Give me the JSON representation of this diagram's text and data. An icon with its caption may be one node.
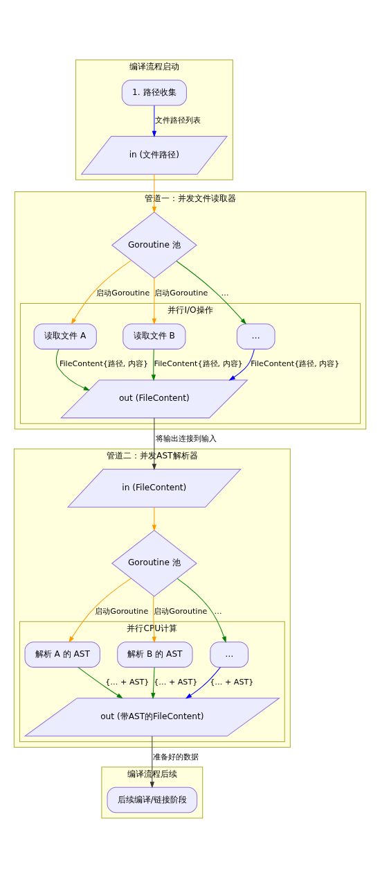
{
  "diagram": {
    "nodes": [
      {
        "text": [
          "编译流程启动"
        ]
      },
      {
        "text": [
          "1. 路径收集"
        ],
        "in": 0
      },
      {
        "text": [
          "in (文件路径)"
        ],
        "in": 0
      },
      {
        "text": [
          "管道一：并发文件读取器"
        ]
      },
      {
        "text": [
          "Goroutine 池"
        ],
        "in": 3
      },
      {
        "text": [
          "并行I/O操作"
        ],
        "in": 3
      },
      {
        "text": [
          "读取文件 A"
        ],
        "in": 5
      },
      {
        "text": [
          "读取文件 B"
        ],
        "in": 5
      },
      {
        "text": [
          "…"
        ],
        "in": 5
      },
      {
        "text": [
          "out (FileContent)"
        ],
        "in": 5
      },
      {
        "text": [
          "管道二：并发AST解析器"
        ]
      },
      {
        "text": [
          "in (FileContent)"
        ],
        "in": 10
      },
      {
        "text": [
          "Goroutine 池"
        ],
        "in": 10
      },
      {
        "text": [
          "并行CPU计算"
        ],
        "in": 10
      },
      {
        "text": [
          "解析 A 的 AST"
        ],
        "in": 13
      },
      {
        "text": [
          "解析 B 的 AST"
        ],
        "in": 13
      },
      {
        "text": [
          "…"
        ],
        "in": 13
      },
      {
        "text": [
          "out (带AST的FileContent)"
        ],
        "in": 13
      },
      {
        "text": [
          "编译流程后续"
        ]
      },
      {
        "text": [
          "后续编译/链接阶段"
        ],
        "in": 18
      }
    ],
    "edges": [
      {
        "from": 1,
        "to": 2,
        "arrow": "to",
        "label": "文件路径列表",
        "color": "#0000ff"
      },
      {
        "from": 2,
        "to": 4,
        "arrow": "to",
        "color": "#ff9900"
      },
      {
        "from": 4,
        "to": 6,
        "arrow": "to",
        "label": "启动Goroutine",
        "color": "#ff9900"
      },
      {
        "from": 4,
        "to": 7,
        "arrow": "to",
        "label": "启动Goroutine",
        "color": "#ff9900"
      },
      {
        "from": 4,
        "to": 8,
        "arrow": "to",
        "label": "…",
        "color": "#008000"
      },
      {
        "from": 6,
        "to": 9,
        "arrow": "to",
        "label": "FileContent{路径, 内容}",
        "color": "#008000"
      },
      {
        "from": 7,
        "to": 9,
        "arrow": "to",
        "label": "FileContent{路径, 内容}",
        "color": "#008000"
      },
      {
        "from": 8,
        "to": 9,
        "arrow": "to",
        "label": "FileContent{路径, 内容}",
        "color": "#0000ff"
      },
      {
        "from": 9,
        "to": 11,
        "arrow": "to",
        "label": "将输出连接到输入",
        "color": "#333333"
      },
      {
        "from": 11,
        "to": 12,
        "arrow": "to",
        "color": "#ff9900"
      },
      {
        "from": 12,
        "to": 14,
        "arrow": "to",
        "label": "启动Goroutine",
        "color": "#ff9900"
      },
      {
        "from": 12,
        "to": 15,
        "arrow": "to",
        "label": "启动Goroutine",
        "color": "#ff9900"
      },
      {
        "from": 12,
        "to": 16,
        "arrow": "to",
        "label": "…",
        "color": "#008000"
      },
      {
        "from": 14,
        "to": 17,
        "arrow": "to",
        "label": "{… + AST}",
        "color": "#008000"
      },
      {
        "from": 15,
        "to": 17,
        "arrow": "to",
        "label": "{… + AST}",
        "color": "#008000"
      },
      {
        "from": 16,
        "to": 17,
        "arrow": "to",
        "label": "{… + AST}",
        "color": "#0000ff"
      },
      {
        "from": 17,
        "to": 19,
        "arrow": "to",
        "label": "准备好的数据",
        "color": "#333333"
      }
    ]
  }
}
